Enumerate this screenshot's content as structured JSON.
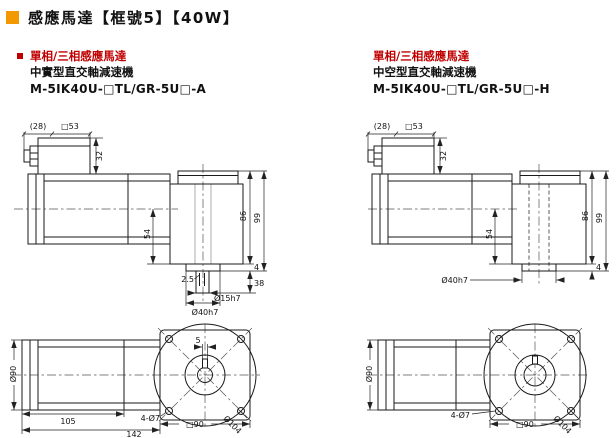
{
  "page": {
    "title": "感應馬達【框號5】【40W】",
    "colors": {
      "accent": "#F39800",
      "red": "#C00000",
      "line": "#1a1a1a"
    }
  },
  "products": {
    "left": {
      "type_label": "單相/三相感應馬達",
      "gearbox_label": "中實型直交軸減速機",
      "model": "M-5IK40U-□TL/GR-5U□-A",
      "side_view_dims": {
        "gland_width": "(28)",
        "box_width": "□53",
        "box_height": "32",
        "axis_height": "54",
        "height_86": "86",
        "height_99": "99",
        "boss_height": "4",
        "shaft_length": "38",
        "key_depth": "2.5",
        "shaft_dia": "Ø15h7",
        "boss_dia": "Ø40h7"
      },
      "bottom_view_dims": {
        "body_dia": "Ø90",
        "motor_length": "105",
        "total_length": "142",
        "mount_holes": "4-Ø7",
        "flange_square": "□90",
        "flange_circle": "Ø104",
        "key_width": "5"
      }
    },
    "right": {
      "type_label": "單相/三相感應馬達",
      "gearbox_label": "中空型直交軸減速機",
      "model": "M-5IK40U-□TL/GR-5U□-H",
      "side_view_dims": {
        "gland_width": "(28)",
        "box_width": "□53",
        "box_height": "32",
        "axis_height": "54",
        "height_86": "86",
        "height_99": "99",
        "boss_height": "4",
        "boss_dia": "Ø40h7"
      },
      "bottom_view_dims": {
        "body_dia": "Ø90",
        "mount_holes": "4-Ø7",
        "flange_square": "□90",
        "flange_circle": "Ø104"
      }
    }
  }
}
